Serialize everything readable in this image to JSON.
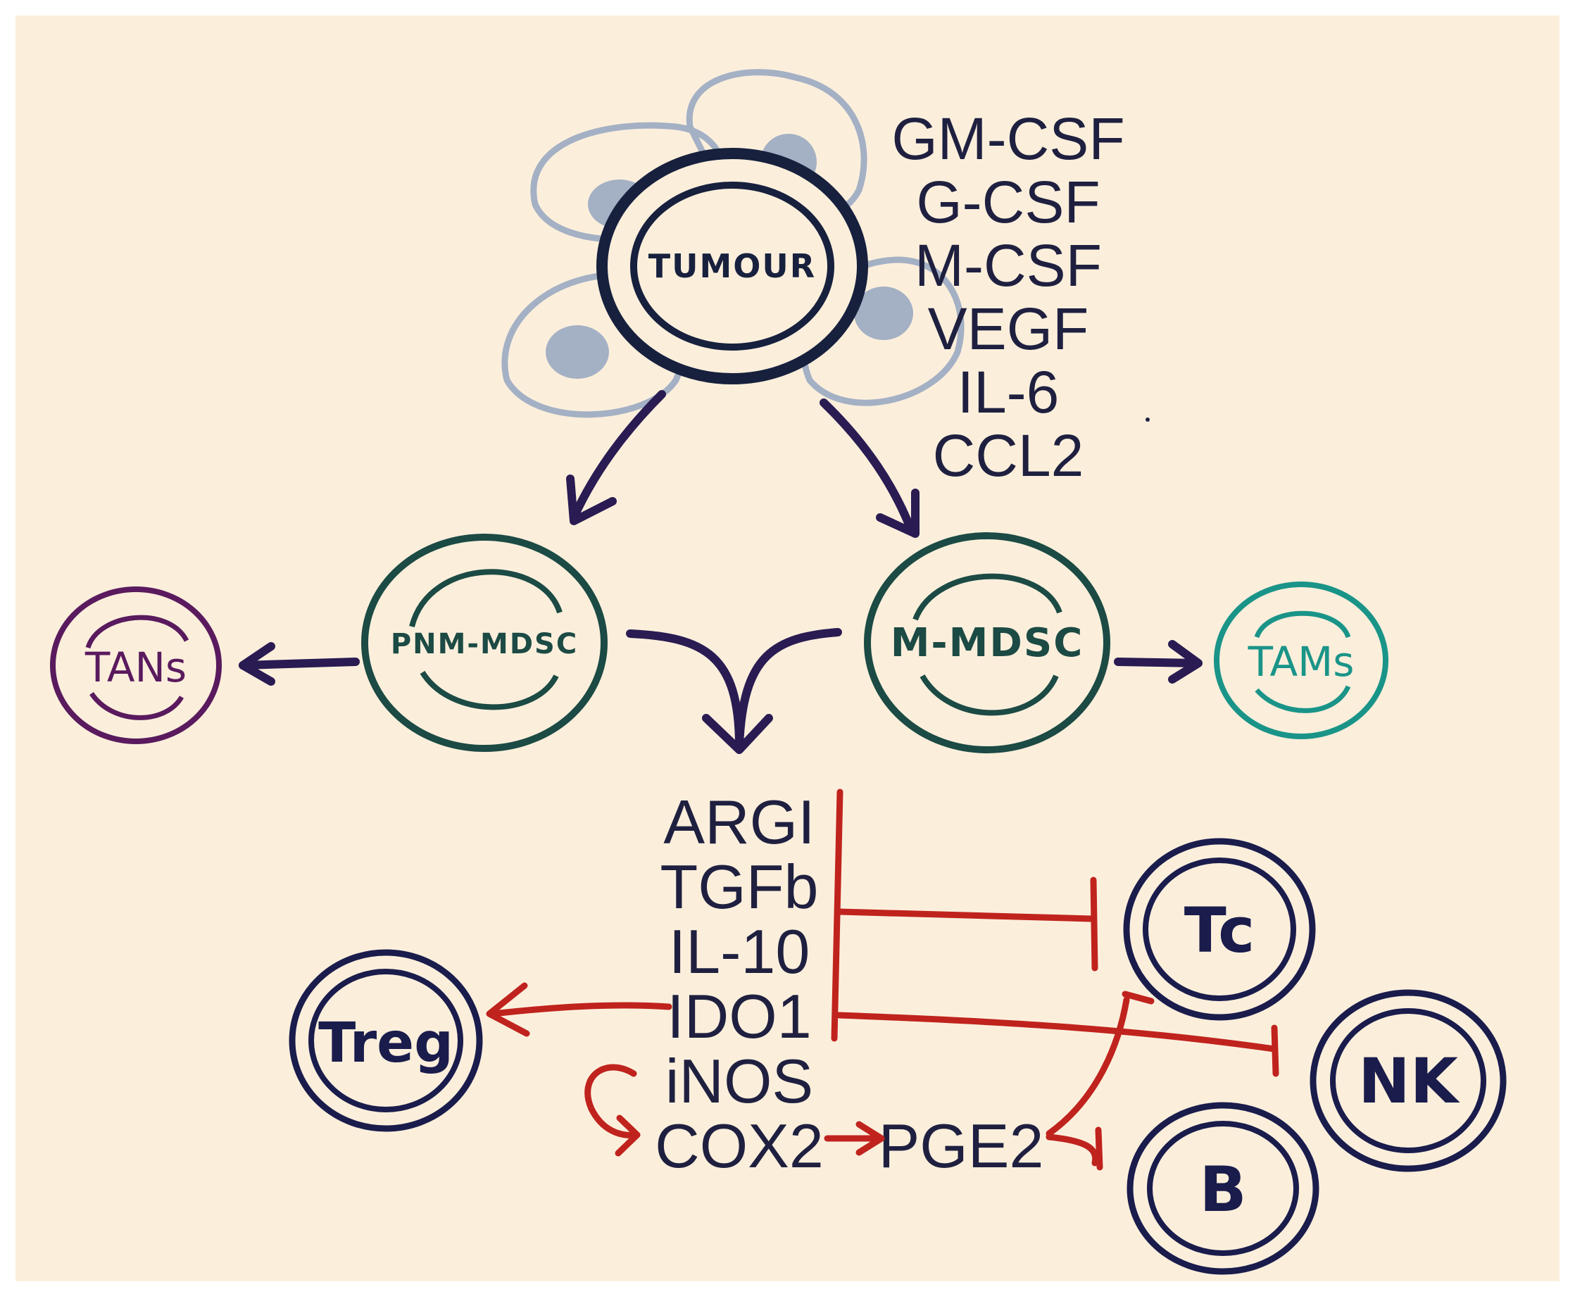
{
  "colors": {
    "background": "#fbefdc",
    "tumour_cells": "#a4b0c4",
    "tumour": "#17203d",
    "mdsc": "#1c4a44",
    "tans": "#5a1a5e",
    "tams": "#1a9488",
    "arrow_dark": "#2a1b52",
    "inhibit_red": "#c0231d",
    "lymphocyte": "#1a1c4c"
  },
  "nodes": {
    "tumour": "TUMOUR",
    "pnm_mdsc": "PNM-MDSC",
    "m_mdsc": "M-MDSC",
    "tans": "TANs",
    "tams": "TAMs",
    "tc": "Tc",
    "nk": "NK",
    "b": "B",
    "treg": "Treg"
  },
  "cytokines": [
    "GM-CSF",
    "G-CSF",
    "M-CSF",
    "VEGF",
    "IL-6",
    "CCL2"
  ],
  "mediators": [
    "ARGI",
    "TGFb",
    "IL-10",
    "IDO1",
    "iNOS",
    "COX2"
  ],
  "pge2": "PGE2"
}
